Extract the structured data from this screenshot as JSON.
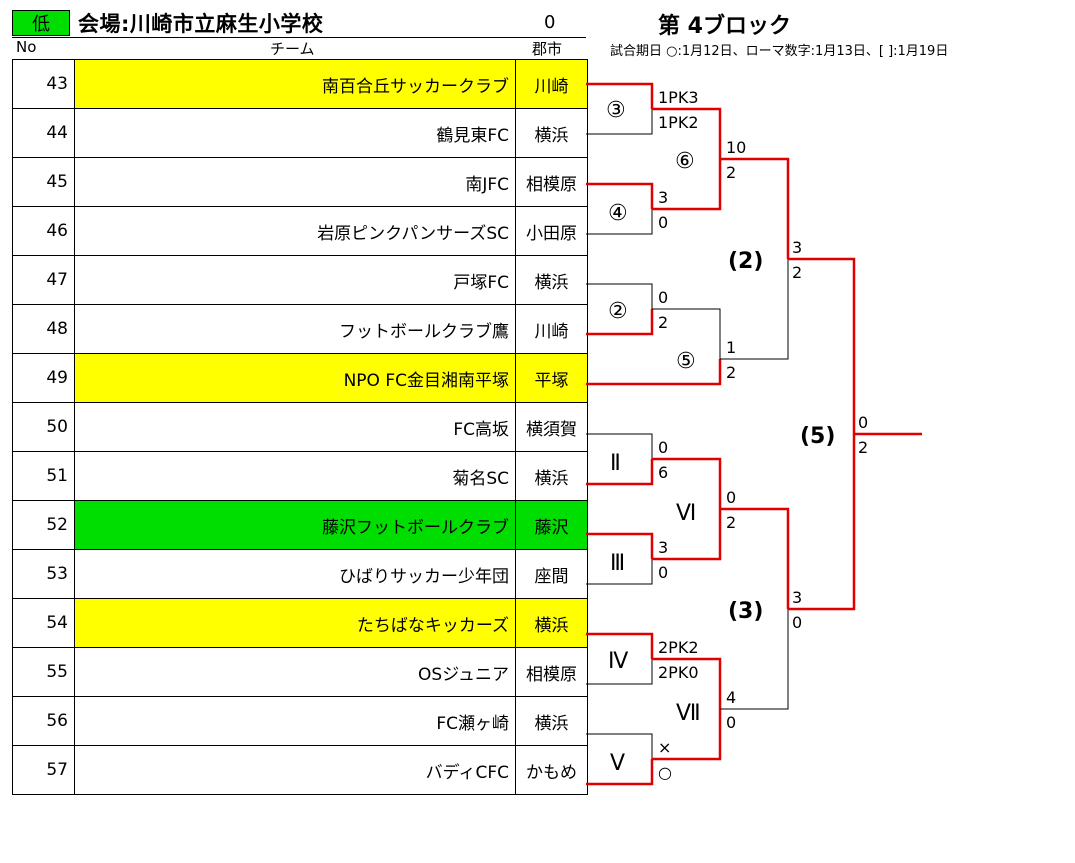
{
  "header": {
    "badge": "低",
    "venue": "会場:川崎市立麻生小学校",
    "count": "0",
    "block": "第 4ブロック",
    "schedule": "試合期日  ○:1月12日、ローマ数字:1月13日、[ ]:1月19日",
    "col_no": "No",
    "col_team": "チーム",
    "col_city": "郡市"
  },
  "teams": [
    {
      "no": "43",
      "name": "南百合丘サッカークラブ",
      "city": "川崎",
      "highlight": "yellow"
    },
    {
      "no": "44",
      "name": "鶴見東FC",
      "city": "横浜",
      "highlight": ""
    },
    {
      "no": "45",
      "name": "南JFC",
      "city": "相模原",
      "highlight": ""
    },
    {
      "no": "46",
      "name": "岩原ピンクパンサーズSC",
      "city": "小田原",
      "highlight": ""
    },
    {
      "no": "47",
      "name": "戸塚FC",
      "city": "横浜",
      "highlight": ""
    },
    {
      "no": "48",
      "name": "フットボールクラブ鷹",
      "city": "川崎",
      "highlight": ""
    },
    {
      "no": "49",
      "name": "NPO  FC金目湘南平塚",
      "city": "平塚",
      "highlight": "yellow"
    },
    {
      "no": "50",
      "name": "FC高坂",
      "city": "横須賀",
      "highlight": ""
    },
    {
      "no": "51",
      "name": "菊名SC",
      "city": "横浜",
      "highlight": ""
    },
    {
      "no": "52",
      "name": "藤沢フットボールクラブ",
      "city": "藤沢",
      "highlight": "green"
    },
    {
      "no": "53",
      "name": "ひばりサッカー少年団",
      "city": "座間",
      "highlight": ""
    },
    {
      "no": "54",
      "name": "たちばなキッカーズ",
      "city": "横浜",
      "highlight": "yellow"
    },
    {
      "no": "55",
      "name": "OSジュニア",
      "city": "相模原",
      "highlight": ""
    },
    {
      "no": "56",
      "name": "FC瀬ヶ崎",
      "city": "横浜",
      "highlight": ""
    },
    {
      "no": "57",
      "name": "バディCFC",
      "city": "かもめ",
      "highlight": ""
    }
  ],
  "bracket": {
    "labels": {
      "m3": "③",
      "m4": "④",
      "m2": "②",
      "m6": "⑥",
      "m5": "⑤",
      "mII": "Ⅱ",
      "mIII": "Ⅲ",
      "mIV": "Ⅳ",
      "mV": "Ⅴ",
      "mVI": "Ⅵ",
      "mVII": "Ⅶ",
      "r2": "(2)",
      "r3": "(3)",
      "r5": "(5)"
    },
    "scores": {
      "m3_top": "1PK3",
      "m3_bot": "1PK2",
      "m4_top": "3",
      "m4_bot": "0",
      "m2_top": "0",
      "m2_bot": "2",
      "mII_top": "0",
      "mII_bot": "6",
      "mIII_top": "3",
      "mIII_bot": "0",
      "mIV_top": "2PK2",
      "mIV_bot": "2PK0",
      "mV_top": "×",
      "mV_bot": "○",
      "m6_top": "10",
      "m6_bot": "2",
      "m5_top": "1",
      "m5_bot": "2",
      "mVI_top": "0",
      "mVI_bot": "2",
      "mVII_top": "4",
      "mVII_bot": "0",
      "r2_top": "3",
      "r2_bot": "2",
      "r3_top": "3",
      "r3_bot": "0",
      "r5_top": "0",
      "r5_bot": "2"
    },
    "colors": {
      "winner_line": "#e00000",
      "loser_line": "#000000"
    }
  }
}
